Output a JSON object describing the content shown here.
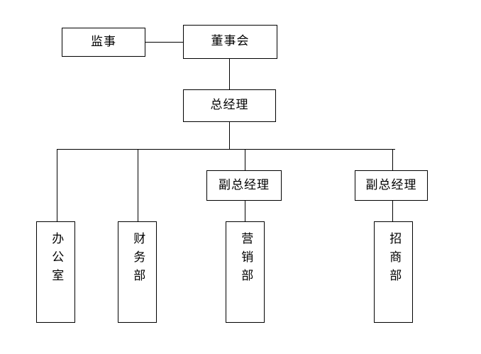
{
  "chart": {
    "title": "",
    "type": "org-chart",
    "background_color": "#ffffff",
    "line_color": "#000000",
    "nodes": {
      "supervisor": {
        "label": "监事",
        "level": 1,
        "orientation": "horizontal"
      },
      "board": {
        "label": "董事会",
        "level": 1,
        "orientation": "horizontal"
      },
      "general_manager": {
        "label": "总经理",
        "level": 2,
        "orientation": "horizontal"
      },
      "deputy_manager_1": {
        "label": "副总经理",
        "level": 3,
        "orientation": "horizontal"
      },
      "deputy_manager_2": {
        "label": "副总经理",
        "level": 3,
        "orientation": "horizontal"
      },
      "office": {
        "label": "办公室",
        "level": 4,
        "orientation": "vertical"
      },
      "finance": {
        "label": "财务部",
        "level": 4,
        "orientation": "vertical"
      },
      "marketing": {
        "label": "营销部",
        "level": 4,
        "orientation": "vertical"
      },
      "investment": {
        "label": "招商部",
        "level": 4,
        "orientation": "vertical"
      }
    },
    "edges": [
      {
        "from": "supervisor",
        "to": "board",
        "style": "horizontal"
      },
      {
        "from": "board",
        "to": "general_manager",
        "style": "vertical"
      },
      {
        "from": "general_manager",
        "to": "office",
        "style": "bus"
      },
      {
        "from": "general_manager",
        "to": "finance",
        "style": "bus"
      },
      {
        "from": "general_manager",
        "to": "deputy_manager_1",
        "style": "bus"
      },
      {
        "from": "general_manager",
        "to": "deputy_manager_2",
        "style": "bus"
      },
      {
        "from": "deputy_manager_1",
        "to": "marketing",
        "style": "vertical"
      },
      {
        "from": "deputy_manager_2",
        "to": "investment",
        "style": "vertical"
      }
    ]
  }
}
